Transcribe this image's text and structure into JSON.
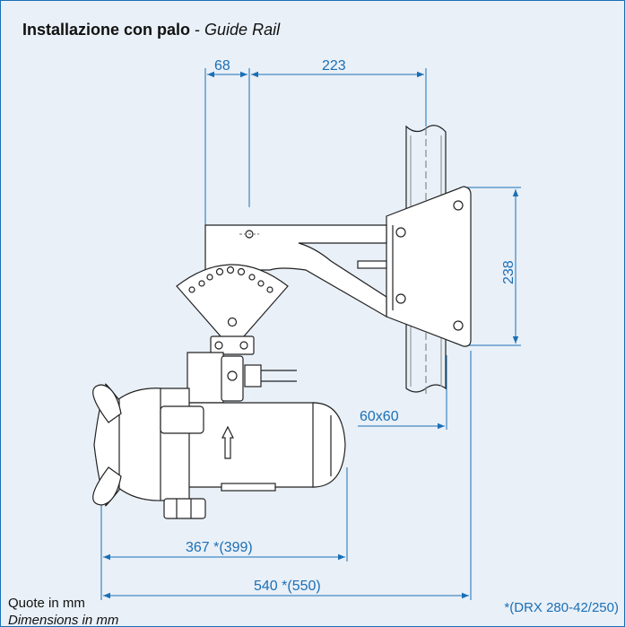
{
  "title": {
    "bold": "Installazione con palo",
    "separator": " - ",
    "italic": "Guide Rail"
  },
  "dimensions": {
    "d68": "68",
    "d223": "223",
    "d238": "238",
    "d6060": "60x60",
    "d367": "367 *(399)",
    "d540": "540 *(550)"
  },
  "notes": {
    "quote": "Quote in mm",
    "dims": "Dimensions in mm",
    "footnote": "*(DRX 280-42/250)"
  },
  "colors": {
    "accent": "#1b6fb5",
    "line": "#222222",
    "background": "#e9f0f8"
  }
}
